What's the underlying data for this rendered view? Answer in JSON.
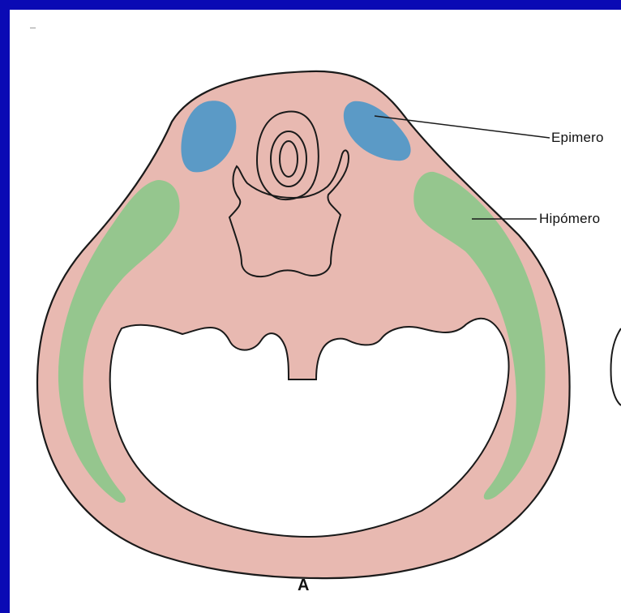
{
  "labels": {
    "epimero": "Epimero",
    "hipomero": "Hipómero",
    "panel": "A"
  },
  "colors": {
    "frame_background": "#0a0ab4",
    "body_fill": "#e8b9b1",
    "epimere_fill": "#5b9ac6",
    "hypomere_fill": "#95c68e",
    "cavity_fill": "#ffffff",
    "outline": "#1a1a1a"
  }
}
